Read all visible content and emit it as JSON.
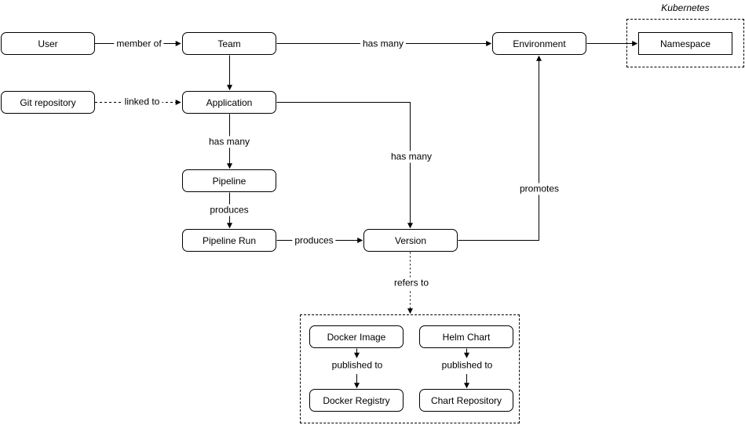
{
  "diagram": {
    "background_color": "#ffffff",
    "stroke_color": "#000000",
    "node_fill_color": "#ffffff",
    "groups": {
      "kubernetes": {
        "label": "Kubernetes"
      }
    },
    "nodes": {
      "user": "User",
      "team": "Team",
      "environment": "Environment",
      "namespace": "Namespace",
      "git_repository": "Git repository",
      "application": "Application",
      "pipeline": "Pipeline",
      "pipeline_run": "Pipeline Run",
      "version": "Version",
      "docker_image": "Docker Image",
      "helm_chart": "Helm Chart",
      "docker_registry": "Docker Registry",
      "chart_repository": "Chart Repository"
    },
    "edges": [
      {
        "from": "user",
        "to": "team",
        "label": "member of",
        "style": "solid"
      },
      {
        "from": "git_repository",
        "to": "application",
        "label": "linked to",
        "style": "dashed"
      },
      {
        "from": "team",
        "to": "application",
        "label": "",
        "style": "solid"
      },
      {
        "from": "team",
        "to": "environment",
        "label": "has many",
        "style": "solid"
      },
      {
        "from": "environment",
        "to": "namespace",
        "label": "",
        "style": "solid"
      },
      {
        "from": "application",
        "to": "pipeline",
        "label": "has many",
        "style": "solid"
      },
      {
        "from": "pipeline",
        "to": "pipeline_run",
        "label": "produces",
        "style": "solid"
      },
      {
        "from": "pipeline_run",
        "to": "version",
        "label": "produces",
        "style": "solid"
      },
      {
        "from": "application",
        "to": "version",
        "label": "has many",
        "style": "solid"
      },
      {
        "from": "version",
        "to": "environment",
        "label": "promotes",
        "style": "solid"
      },
      {
        "from": "version",
        "to": "artifacts_group",
        "label": "refers to",
        "style": "dashed"
      },
      {
        "from": "docker_image",
        "to": "docker_registry",
        "label": "published to",
        "style": "solid"
      },
      {
        "from": "helm_chart",
        "to": "chart_repository",
        "label": "published to",
        "style": "solid"
      }
    ]
  }
}
